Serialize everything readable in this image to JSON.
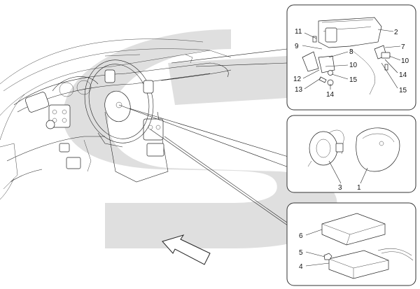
{
  "diagram": {
    "watermark_color": "#d9d9d9",
    "line_color": "#222222",
    "panel_top": {
      "callouts": [
        "2",
        "7",
        "10",
        "14",
        "15",
        "11",
        "9",
        "8",
        "10",
        "15",
        "12",
        "13",
        "14"
      ]
    },
    "panel_middle": {
      "callouts": [
        "3",
        "1"
      ]
    },
    "panel_bottom": {
      "callouts": [
        "6",
        "5",
        "4"
      ]
    }
  }
}
